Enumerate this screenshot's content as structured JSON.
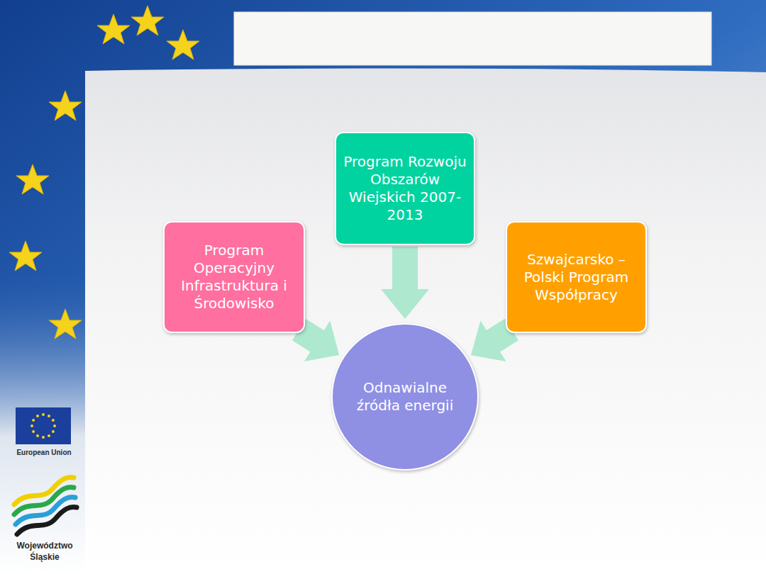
{
  "diagram": {
    "nodes": [
      {
        "text": [
          "Program Rozwoju Obszarów Wiejskich 2007-2013"
        ]
      },
      {
        "text": [
          "Program Operacyjny Infrastruktura i Środowisko"
        ]
      },
      {
        "text": [
          "Szwajcarsko – Polski Program Współpracy"
        ]
      },
      {
        "text": [
          "Odnawialne źródła energii"
        ]
      }
    ],
    "edges": [
      {
        "from": 0,
        "to": 3,
        "arrow": "to"
      },
      {
        "from": 1,
        "to": 3,
        "arrow": "to"
      },
      {
        "from": 2,
        "to": 3,
        "arrow": "to"
      }
    ],
    "labels": [
      "European Union",
      "Województwo Śląskie"
    ]
  }
}
